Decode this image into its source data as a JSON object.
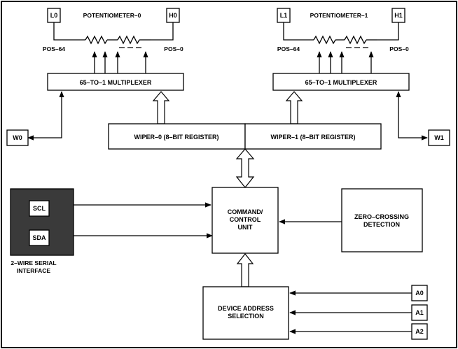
{
  "colors": {
    "ink": "#000000",
    "paper": "#ffffff",
    "serial_fill": "#3a3a3a"
  },
  "pot0": {
    "title": "POTENTIOMETER–0",
    "low": "L0",
    "high": "H0",
    "pos_low": "POS–64",
    "pos_high": "POS–0"
  },
  "pot1": {
    "title": "POTENTIOMETER–1",
    "low": "L1",
    "high": "H1",
    "pos_low": "POS–64",
    "pos_high": "POS–0"
  },
  "mux0": {
    "label": "65–TO–1 MULTIPLEXER"
  },
  "mux1": {
    "label": "65–TO–1 MULTIPLEXER"
  },
  "wiper0": {
    "terminal": "W0",
    "register": "WIPER–0 (8–BIT REGISTER)"
  },
  "wiper1": {
    "terminal": "W1",
    "register": "WIPER–1 (8–BIT REGISTER)"
  },
  "command": {
    "line1": "COMMAND/",
    "line2": "CONTROL",
    "line3": "UNIT"
  },
  "zero_crossing": {
    "line1": "ZERO–CROSSING",
    "line2": "DETECTION"
  },
  "serial": {
    "scl": "SCL",
    "sda": "SDA",
    "line1": "2–WIRE SERIAL",
    "line2": "INTERFACE"
  },
  "address": {
    "line1": "DEVICE ADDRESS",
    "line2": "SELECTION",
    "a0": "A0",
    "a1": "A1",
    "a2": "A2"
  }
}
